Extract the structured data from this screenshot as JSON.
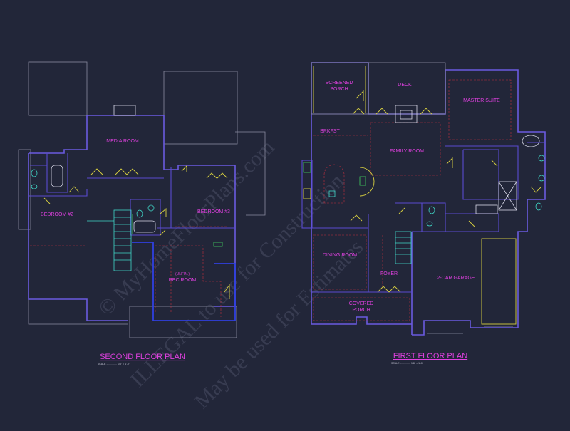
{
  "plans": {
    "second": {
      "title": "SECOND FLOOR PLAN",
      "scale": "SCALE ............... 1/8\" = 1'-0\"",
      "rooms": {
        "media": "MEDIA ROOM",
        "bed2": "BEDROOM #2",
        "bed3": "BEDROOM #3",
        "rec_unfin": "(UNFIN.)",
        "rec": "REC ROOM"
      }
    },
    "first": {
      "title": "FIRST FLOOR PLAN",
      "scale": "SCALE ............... 1/8\" = 1'-0\"",
      "rooms": {
        "screened1": "SCREENED",
        "screened2": "PORCH",
        "deck": "DECK",
        "master": "MASTER SUITE",
        "brkfst": "BRKFST",
        "family": "FAMILY ROOM",
        "dining": "DINING ROOM",
        "foyer": "FOYER",
        "garage": "2-CAR GARAGE",
        "covered1": "COVERED",
        "covered2": "PORCH"
      }
    }
  },
  "watermark": {
    "line1": "© MyHomeFloorPlans.com",
    "line2": "ILLEGAL to use for Construction",
    "line3": "May be used for Estimates"
  },
  "colors": {
    "background": "#222639",
    "walls": "#6a5ae0",
    "labels": "#e040e0"
  }
}
